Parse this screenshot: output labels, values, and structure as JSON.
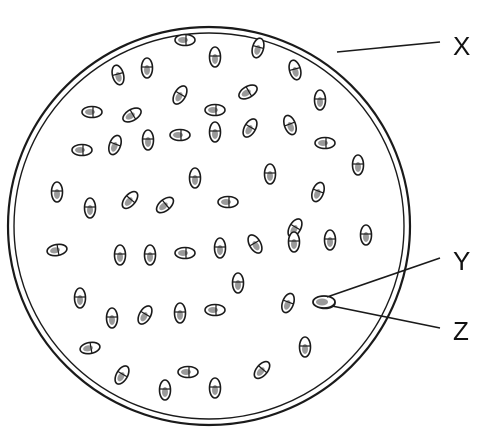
{
  "labels": {
    "x": "X",
    "y": "Y",
    "z": "Z"
  },
  "colors": {
    "stroke": "#1a1a1a",
    "fill": "#ffffff",
    "organelle_fill": "#9a9a9a"
  }
}
